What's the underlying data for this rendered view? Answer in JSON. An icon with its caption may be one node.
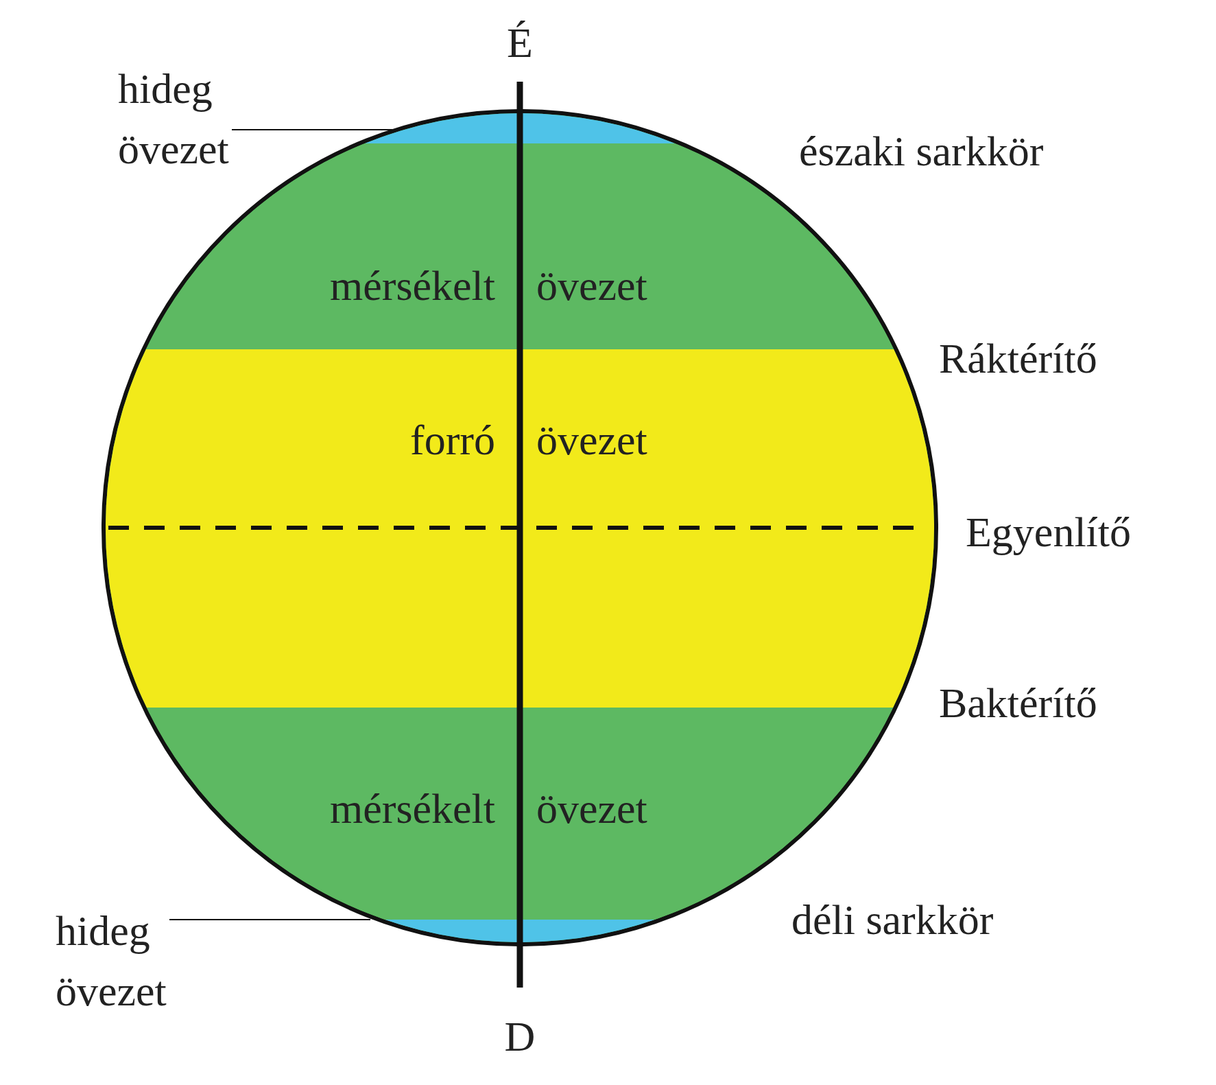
{
  "diagram": {
    "nodes": [
      {
        "text": [],
        "shape": "circle"
      },
      {
        "text": [],
        "shape": "band",
        "in": 0
      },
      {
        "text": [
          "mérsékelt övezet"
        ],
        "in": 0
      },
      {
        "text": [
          "forró övezet"
        ],
        "in": 0
      },
      {
        "text": [
          "mérsékelt övezet"
        ],
        "in": 0
      },
      {
        "text": [],
        "shape": "band",
        "in": 0
      },
      {
        "text": [
          "hideg övezet"
        ]
      },
      {
        "text": [
          "hideg övezet"
        ]
      }
    ],
    "edges": [
      {
        "from": 6,
        "to": 1,
        "arrow": "none"
      },
      {
        "from": 7,
        "to": 5,
        "arrow": "none"
      }
    ],
    "labels": [
      "É",
      "északi sarkkör",
      "Ráktérítő",
      "Egyenlítő",
      "Baktérítő",
      "déli sarkkör",
      "D"
    ]
  }
}
